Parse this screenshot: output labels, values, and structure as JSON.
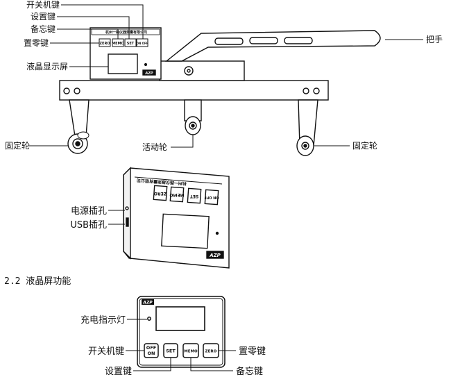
{
  "top_figure": {
    "labels": {
      "power_key": "开关机键",
      "set_key": "设置键",
      "memo_key": "备忘键",
      "zero_key": "置零键",
      "lcd": "液晶显示屏",
      "handle": "把手",
      "fixed_wheel_left": "固定轮",
      "moving_wheel": "活动轮",
      "fixed_wheel_right": "固定轮"
    },
    "device_header": "杭州一路仪器测量有限公司",
    "keys": [
      "ZERO",
      "MEMO",
      "SET",
      "ON OFF"
    ],
    "brand": "AZP"
  },
  "middle_figure": {
    "labels": {
      "power_jack": "电源插孔",
      "usb_jack": "USB插孔"
    },
    "device_header": "杭州一路仪器测量有限公司",
    "keys": [
      "ZERO",
      "MEMO",
      "SET",
      "ON OFF"
    ],
    "brand": "AZP"
  },
  "section_title": "2.2 液晶屏功能",
  "bottom_figure": {
    "brand": "AZP",
    "labels": {
      "charge_light": "充电指示灯",
      "power_key": "开关机键",
      "set_key": "设置键",
      "memo_key": "备忘键",
      "zero_key": "置零键"
    },
    "keys": {
      "off_on_top": "OFF",
      "off_on_bottom": "ON",
      "set": "SET",
      "memo": "MEMO",
      "zero": "ZERO"
    }
  }
}
